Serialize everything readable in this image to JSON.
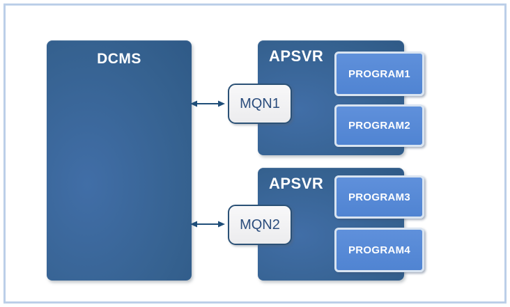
{
  "diagram": {
    "dcms": {
      "label": "DCMS"
    },
    "queues": [
      {
        "label": "MQN1"
      },
      {
        "label": "MQN2"
      }
    ],
    "servers": [
      {
        "label": "APSVR",
        "programs": [
          "PROGRAM1",
          "PROGRAM2"
        ]
      },
      {
        "label": "APSVR",
        "programs": [
          "PROGRAM3",
          "PROGRAM4"
        ]
      }
    ],
    "arrows": [
      {
        "type": "bidirectional",
        "from": "DCMS",
        "to": "MQN1"
      },
      {
        "type": "bidirectional",
        "from": "DCMS",
        "to": "MQN2"
      }
    ]
  },
  "colors": {
    "frame-border": "#bccfe8",
    "node-dark": "#27507c",
    "node-mid": "#35618f",
    "node-light": "#416ea7",
    "program-fill-top": "#5f90db",
    "program-fill-bottom": "#5084d2",
    "program-border": "#d9e4f1",
    "queue-fill-top": "#f8f8f9",
    "queue-fill-bottom": "#ececee",
    "queue-border": "#2b5176",
    "queue-text": "#2b4d7d",
    "label-text": "#ffffff",
    "arrow-color": "#1f4e79"
  }
}
